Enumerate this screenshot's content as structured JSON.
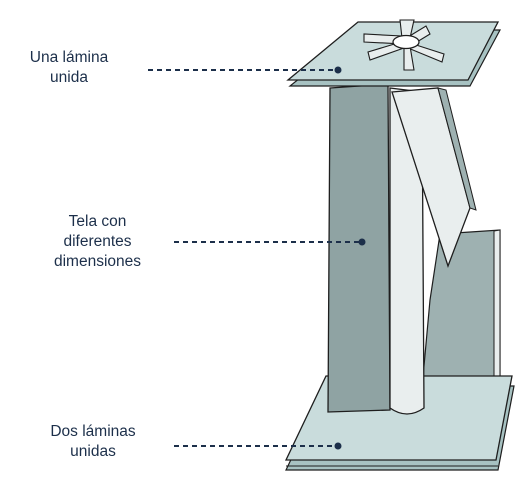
{
  "labels": {
    "top": {
      "lines": [
        "Una lámina",
        "unida"
      ]
    },
    "middle": {
      "lines": [
        "Tela con",
        "diferentes",
        "dimensiones"
      ]
    },
    "bottom": {
      "lines": [
        "Dos láminas",
        "unidas"
      ]
    }
  },
  "colors": {
    "sheet_fill": "#c9dcdc",
    "sheet_edge": "#a7c2c2",
    "fabric_dark": "#8fa3a3",
    "fabric_mid": "#9eb1b1",
    "fabric_light": "#e9eeee",
    "outline": "#1e1e1e",
    "leader": "#1c2f4a",
    "text": "#1c2f4a"
  },
  "icons": [
    "star-cutout-icon"
  ]
}
